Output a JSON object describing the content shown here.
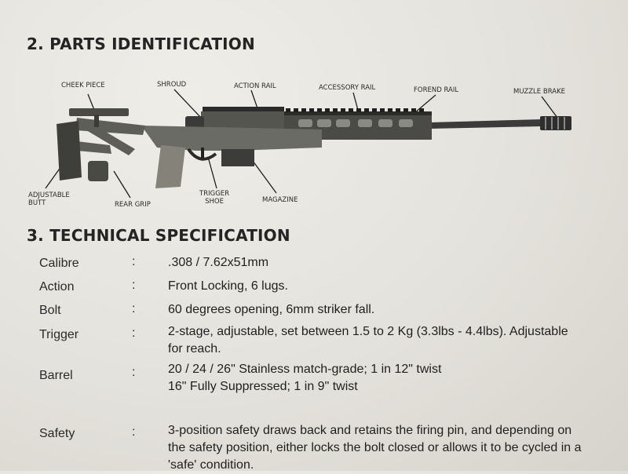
{
  "sections": {
    "parts_title": "2. PARTS IDENTIFICATION",
    "spec_title": "3. TECHNICAL SPECIFICATION"
  },
  "callouts": {
    "cheek_piece": "CHEEK PIECE",
    "shroud": "SHROUD",
    "action_rail": "ACTION RAIL",
    "accessory_rail": "ACCESSORY RAIL",
    "forend_rail": "FOREND RAIL",
    "muzzle_brake": "MUZZLE BRAKE",
    "adjustable_butt_1": "ADJUSTABLE",
    "adjustable_butt_2": "BUTT",
    "rear_grip": "REAR GRIP",
    "trigger_shoe_1": "TRIGGER",
    "trigger_shoe_2": "SHOE",
    "magazine": "MAGAZINE"
  },
  "specs": [
    {
      "label": "Calibre",
      "colon": ":",
      "lines": [
        ".308 / 7.62x51mm"
      ]
    },
    {
      "label": "Action",
      "colon": ":",
      "lines": [
        "Front Locking, 6 lugs."
      ]
    },
    {
      "label": "Bolt",
      "colon": ":",
      "lines": [
        "60 degrees opening, 6mm striker fall."
      ]
    },
    {
      "label": "Trigger",
      "colon": ":",
      "lines": [
        "2-stage, adjustable, set between 1.5 to 2 Kg (3.3lbs - 4.4lbs). Adjustable",
        "for reach."
      ]
    },
    {
      "label": "Barrel",
      "colon": ":",
      "lines": [
        "20 / 24 / 26\" Stainless match-grade; 1 in 12\" twist",
        "16\" Fully Suppressed; 1 in 9\" twist"
      ]
    },
    {
      "label": "Safety",
      "colon": ":",
      "lines": [
        "3-position safety draws back and retains the firing pin, and depending on",
        "the safety position, either locks the bolt closed or allows it to be cycled in a",
        "'safe' condition."
      ]
    }
  ]
}
